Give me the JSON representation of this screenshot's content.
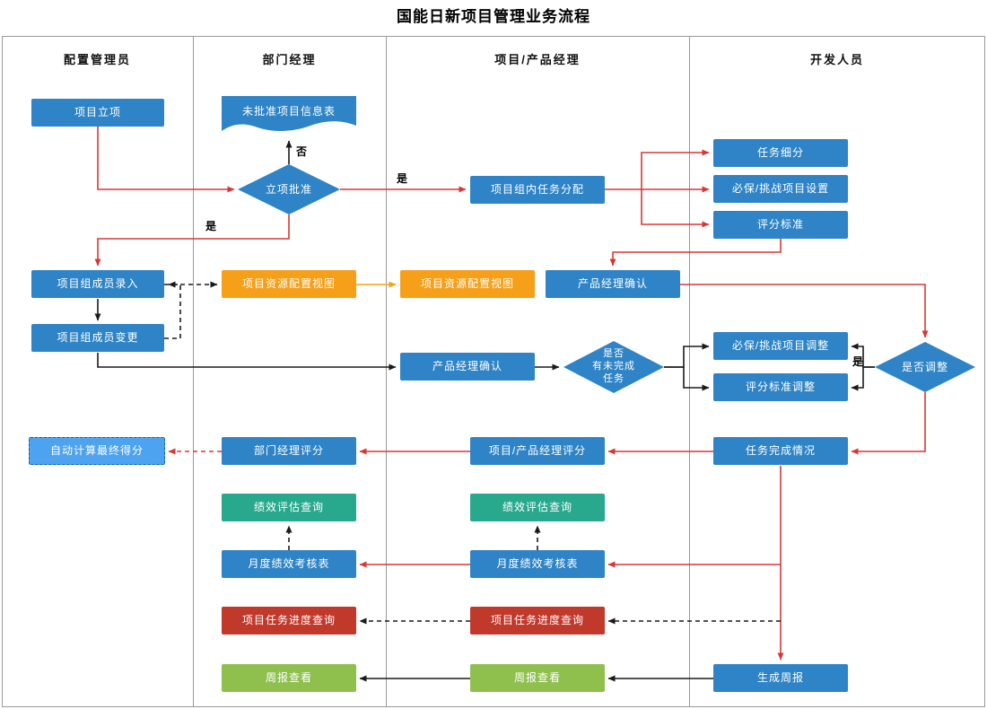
{
  "title": "国能日新项目管理业务流程",
  "lanes": [
    {
      "label": "配置管理员"
    },
    {
      "label": "部门经理"
    },
    {
      "label": "项目/产品经理"
    },
    {
      "label": "开发人员"
    }
  ],
  "nodes": {
    "project_initiation": "项目立项",
    "unapproved_info": "未批准项目信息表",
    "approval_decision": "立项批准",
    "task_assignment": "项目组内任务分配",
    "task_breakdown": "任务细分",
    "must_challenge_setup": "必保/挑战项目设置",
    "scoring_standard": "评分标准",
    "member_entry": "项目组成员录入",
    "resource_view_dept": "项目资源配置视图",
    "resource_view_pm": "项目资源配置视图",
    "pm_confirm_top": "产品经理确认",
    "member_change": "项目组成员变更",
    "pm_confirm_mid": "产品经理确认",
    "unfinished_decision": "是否\n有未完成\n任务",
    "must_challenge_adjust": "必保/挑战项目调整",
    "scoring_adjust": "评分标准调整",
    "adjust_decision": "是否调整",
    "auto_final_score": "自动计算最终得分",
    "dept_manager_score": "部门经理评分",
    "pm_score": "项目/产品经理评分",
    "task_completion": "任务完成情况",
    "perf_eval_query_dept": "绩效评估查询",
    "perf_eval_query_pm": "绩效评估查询",
    "monthly_perf_dept": "月度绩效考核表",
    "monthly_perf_pm": "月度绩效考核表",
    "task_progress_query_dept": "项目任务进度查询",
    "task_progress_query_pm": "项目任务进度查询",
    "weekly_report_view_dept": "周报查看",
    "weekly_report_view_pm": "周报查看",
    "generate_weekly_report": "生成周报"
  },
  "edge_labels": {
    "no": "否",
    "yes_task": "是",
    "yes_member": "是",
    "yes_adjust": "是"
  },
  "colors": {
    "primary_blue": "#2e84c6",
    "light_blue": "#4da3ef",
    "orange": "#f6a01a",
    "teal": "#28a88c",
    "red": "#c0392b",
    "green": "#8fc04e",
    "arrow_red": "#d93636",
    "arrow_black": "#1a1a1a"
  }
}
